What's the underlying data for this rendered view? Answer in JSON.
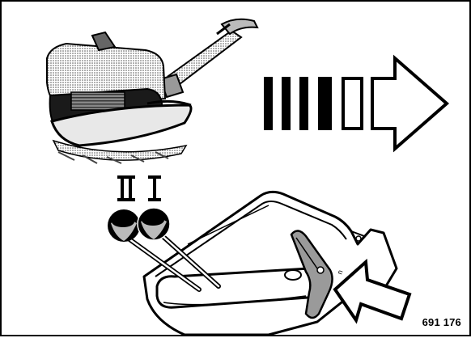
{
  "figure": {
    "number": "691 176",
    "lever_labels": [
      "II",
      "I"
    ],
    "icons": {
      "machine": "vibratory-plate-compactor-icon",
      "direction": "forward-speed-arrow-icon",
      "pointer": "pointer-arrow-icon"
    },
    "colors": {
      "ink": "#000000",
      "paper": "#ffffff",
      "shade": "#9a9a9a"
    }
  }
}
